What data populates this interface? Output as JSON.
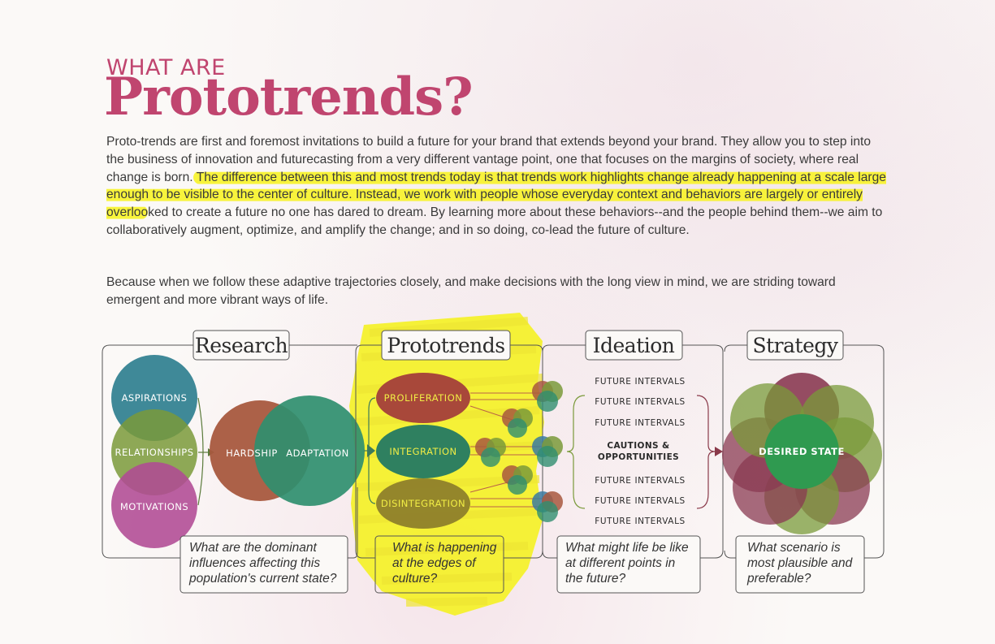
{
  "header": {
    "kicker": "WHAT ARE",
    "title": "Prototrends?"
  },
  "intro": {
    "p1_before": "Proto-trends are first and foremost invitations to build a future for your brand that extends beyond your brand. They allow you to step into the business of innovation and futurecasting from a very different vantage point, one that focuses on the margins of society, where real change is born.",
    "p1_highlight": " The difference between this and most trends today is that trends work highlights change already happening at a scale large enough to be visible to the center of culture. Instead, we work with people whose everyday context and behaviors are largely or entirely overloo",
    "p1_after": "ked to create a future no one has dared to dream. By learning more about these behaviors--and the people behind them--we aim to collaboratively augment, optimize, and amplify the change; and in so doing, co-lead the future of culture.",
    "p2": "Because when we follow these adaptive trajectories closely, and make decisions with the long view in mind, we are striding toward emergent and more vibrant ways of life."
  },
  "diagram": {
    "stages": {
      "research": "Research",
      "prototrends": "Prototrends",
      "ideation": "Ideation",
      "strategy": "Strategy"
    },
    "research": {
      "circles": [
        "ASPIRATIONS",
        "RELATIONSHIPS",
        "MOTIVATIONS"
      ],
      "hardship": "HARDSHIP",
      "adaptation": "ADAPTATION"
    },
    "prototrends": {
      "ovals": [
        "PROLIFERATION",
        "INTEGRATION",
        "DISINTEGRATION"
      ]
    },
    "ideation": {
      "intervals_top": [
        "FUTURE INTERVALS",
        "FUTURE INTERVALS",
        "FUTURE INTERVALS"
      ],
      "cautions_line1": "CAUTIONS &",
      "cautions_line2": "OPPORTUNITIES",
      "intervals_bottom": [
        "FUTURE INTERVALS",
        "FUTURE INTERVALS",
        "FUTURE INTERVALS"
      ]
    },
    "strategy": {
      "center": "DESIRED STATE"
    },
    "questions": {
      "research": "What are the dominant influences affecting this population's current state?",
      "prototrends": "What is happening at the edges of culture?",
      "ideation": "What might life be like at different points in the future?",
      "strategy": "What scenario is most plausible and preferable?"
    },
    "colors": {
      "accent": "#c0456f",
      "highlight": "#f5f224",
      "teal": "#3a8a8a",
      "olive": "#7a9a3a",
      "magenta": "#b04a90",
      "brown": "#a8523a",
      "green": "#3d9a66",
      "maroon": "#8a3a4a"
    }
  }
}
